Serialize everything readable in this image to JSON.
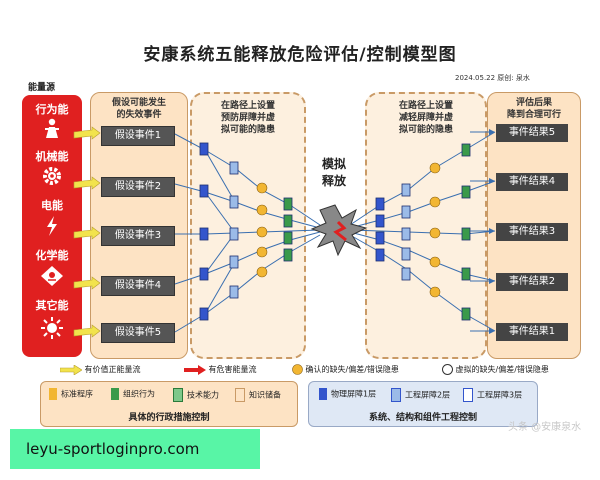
{
  "title": "安康系统五能释放危险评估/控制模型图",
  "date_author": "2024.05.22  原创: 泉水",
  "energy_source": {
    "label": "能量源",
    "items": [
      {
        "label": "行为能",
        "icon": "person-icon"
      },
      {
        "label": "机械能",
        "icon": "gear-icon"
      },
      {
        "label": "电能",
        "icon": "lightning-icon"
      },
      {
        "label": "化学能",
        "icon": "toxic-icon"
      },
      {
        "label": "其它能",
        "icon": "sun-icon"
      }
    ]
  },
  "left_panel": {
    "heading_1": "假设可能发生",
    "heading_2": "的失效事件",
    "events": [
      "假设事件1",
      "假设事件2",
      "假设事件3",
      "假设事件4",
      "假设事件5"
    ]
  },
  "barrier_left": {
    "heading_1": "在路径上设置",
    "heading_2": "预防屏障并虚",
    "heading_3": "拟可能的隐患"
  },
  "center": {
    "line_1": "模拟",
    "line_2": "释放"
  },
  "barrier_right": {
    "heading_1": "在路径上设置",
    "heading_2": "减轻屏障并虚",
    "heading_3": "拟可能的隐患"
  },
  "right_panel": {
    "heading_1": "评估后果",
    "heading_2": "降到合理可行",
    "results": [
      "事件结果5",
      "事件结果4",
      "事件结果3",
      "事件结果2",
      "事件结果1"
    ]
  },
  "legend": {
    "valuable_flow": "有价值正能量流",
    "harmful_flow": "有危害能量流",
    "confirmed_defect": "确认的缺失/偏差/错误隐患",
    "virtual_defect": "虚拟的缺失/偏差/错误隐患"
  },
  "admin_controls": {
    "items": [
      "标准程序",
      "组织行为",
      "技术能力",
      "知识储备"
    ],
    "caption": "具体的行政措施控制"
  },
  "engineering_controls": {
    "items": [
      "物理屏障1层",
      "工程屏障2层",
      "工程屏障3层"
    ],
    "caption": "系统、结构和组件工程控制"
  },
  "watermark": "头条 @安康泉水",
  "banner": "leyu-sportloginpro.com",
  "colors": {
    "energy": "#e02020",
    "panel": "#fde3c4",
    "blue_panel": "#dfe8f5",
    "banner": "#58f5a6",
    "blue": "#3355cc",
    "green": "#3a9a4a",
    "yellow": "#f2b632",
    "light_blue": "#9bbbe8"
  }
}
